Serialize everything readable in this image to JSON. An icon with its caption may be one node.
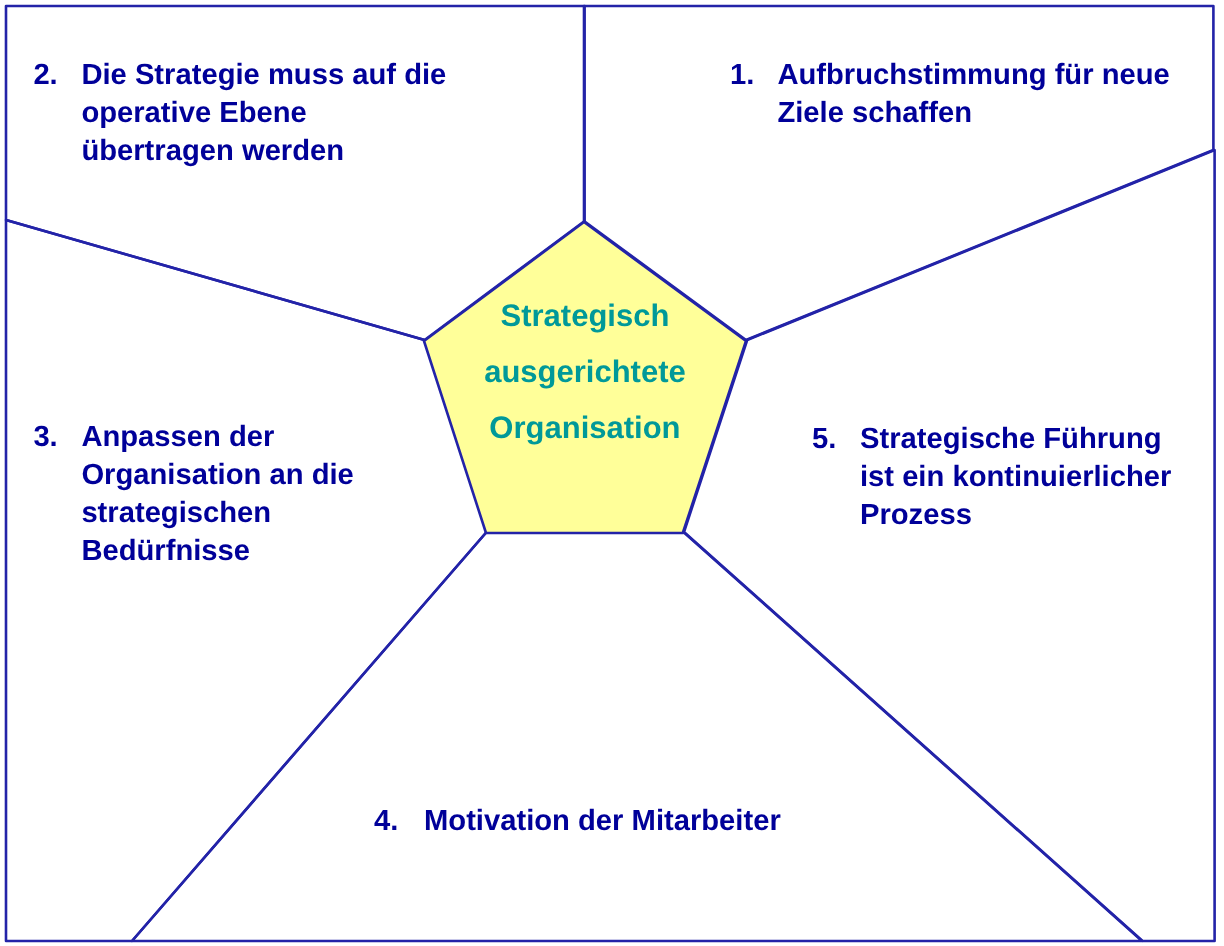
{
  "diagram": {
    "nodes": [
      {
        "text": [
          "2.",
          "Die Strategie muss auf die operative Ebene übertragen werden"
        ]
      },
      {
        "text": [
          "1.",
          "Aufbruchstimmung für neue Ziele schaffen"
        ]
      },
      {
        "text": [
          "3.",
          "Anpassen der Organisation an die strategischen Bedürfnisse"
        ]
      },
      {
        "text": [
          "Strategisch ausgerichtete Organisation"
        ]
      },
      {
        "text": [
          "5.",
          "Strategische Führung ist ein kontinuierlicher Prozess"
        ]
      },
      {
        "text": [
          "4.",
          "Motivation der Mitarbeiter"
        ]
      }
    ]
  }
}
